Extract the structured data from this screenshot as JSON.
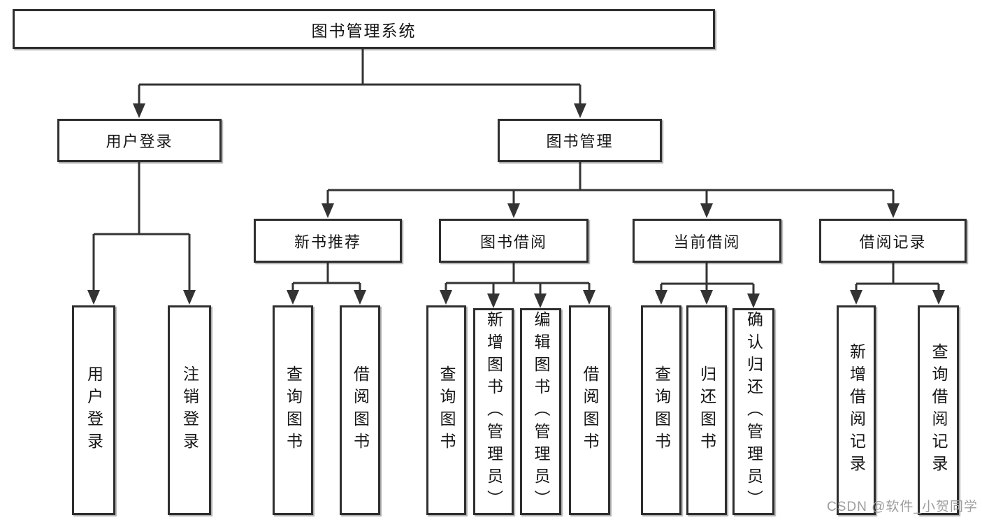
{
  "colors": {
    "line": "#333333",
    "node_border": "#2e2e2e",
    "node_fill": "#ffffff",
    "text": "#161616",
    "watermark": "#9d9d9d",
    "background": "#ffffff"
  },
  "watermark": "CSDN @软件_小贺同学",
  "tree": {
    "root": {
      "label": "图书管理系统",
      "children": [
        {
          "label": "用户登录",
          "children": [
            {
              "label": "用户登录"
            },
            {
              "label": "注销登录"
            }
          ]
        },
        {
          "label": "图书管理",
          "children": [
            {
              "label": "新书推荐",
              "children": [
                {
                  "label": "查询图书"
                },
                {
                  "label": "借阅图书"
                }
              ]
            },
            {
              "label": "图书借阅",
              "children": [
                {
                  "label": "查询图书"
                },
                {
                  "label": "新增图书（管理员）"
                },
                {
                  "label": "编辑图书（管理员）"
                },
                {
                  "label": "借阅图书"
                }
              ]
            },
            {
              "label": "当前借阅",
              "children": [
                {
                  "label": "查询图书"
                },
                {
                  "label": "归还图书"
                },
                {
                  "label": "确认归还（管理员）"
                }
              ]
            },
            {
              "label": "借阅记录",
              "children": [
                {
                  "label": "新增借阅记录"
                },
                {
                  "label": "查询借阅记录"
                }
              ]
            }
          ]
        }
      ]
    }
  }
}
